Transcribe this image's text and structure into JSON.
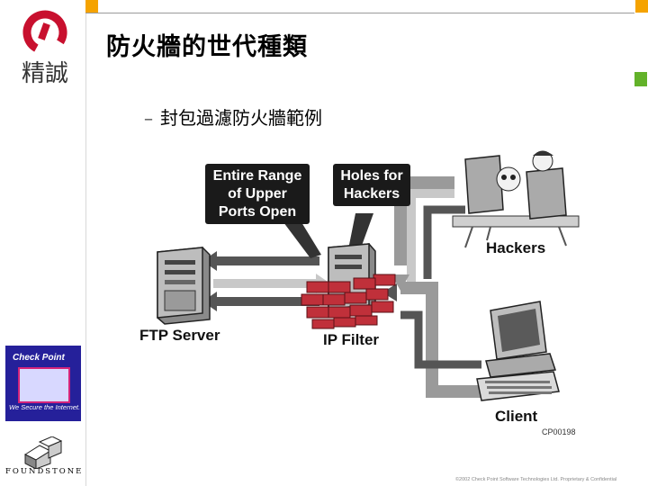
{
  "logo": {
    "text": "精誠"
  },
  "slide": {
    "title": "防火牆的世代種類",
    "bullet": "–",
    "subtitle": "封包過濾防火牆範例"
  },
  "diagram": {
    "label_ports": [
      "Entire Range",
      "of Upper",
      "Ports Open"
    ],
    "label_holes": [
      "Holes for",
      "Hackers"
    ],
    "label_hackers": "Hackers",
    "label_ftp": "FTP Server",
    "label_filter": "IP Filter",
    "label_client": "Client",
    "code": "CP00198"
  },
  "checkpoint": {
    "title": "Check Point",
    "tagline": "We Secure the Internet."
  },
  "foundstone": {
    "name": "FOUNDSTONE"
  },
  "footer": {
    "copyright": "©2002 Check Point Software Technologies Ltd. Proprietary & Confidential"
  },
  "colors": {
    "accent_orange": "#f5a300",
    "accent_green": "#63b22a",
    "brick_red": "#c0303a",
    "checkpoint_blue": "#25209a"
  }
}
